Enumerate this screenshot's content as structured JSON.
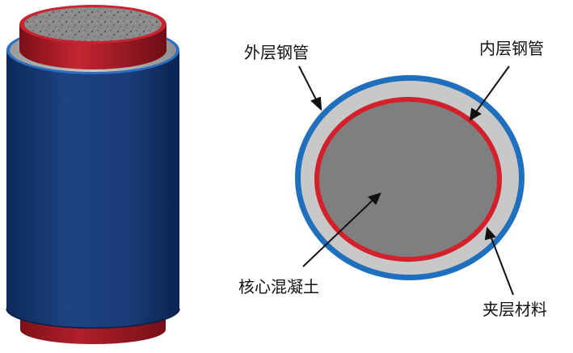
{
  "labels": {
    "outer_tube": "外层钢管",
    "inner_tube": "内层钢管",
    "core_concrete": "核心混凝土",
    "sandwich_material": "夹层材料"
  },
  "colors": {
    "outer_steel": "#1f6fbf",
    "outer_steel_3d": "#1d3f7a",
    "inner_steel": "#d3202a",
    "inner_steel_3d": "#b8232e",
    "sandwich": "#c8c8c8",
    "core": "#7f7f7f",
    "arrow": "#111111"
  }
}
